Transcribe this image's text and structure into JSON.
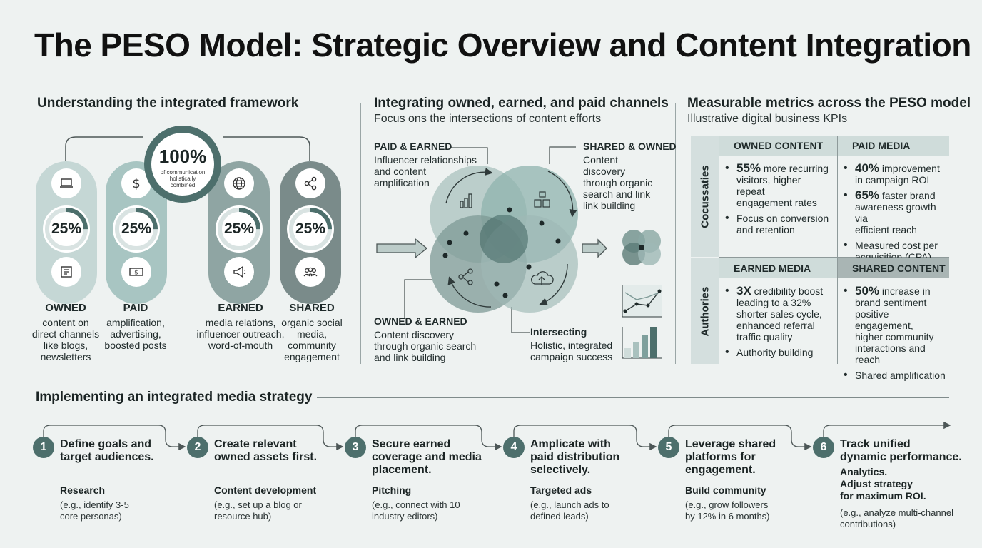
{
  "title": "The PESO Model: Strategic Overview and Content Integration",
  "framework": {
    "heading": "Understanding the integrated framework",
    "center": {
      "value": "100%",
      "caption_lines": [
        "of communication",
        "holistically",
        "combined"
      ]
    },
    "columns": [
      {
        "name": "OWNED",
        "pct": "25%",
        "pct_value": 25,
        "top_icon": "laptop-icon",
        "bottom_icon": "newspaper-icon",
        "desc": [
          "content on",
          "direct channels",
          "like blogs,",
          "newsletters"
        ]
      },
      {
        "name": "PAID",
        "pct": "25%",
        "pct_value": 25,
        "top_icon": "dollar-icon",
        "bottom_icon": "banknote-icon",
        "desc": [
          "amplification,",
          "advertising,",
          "boosted posts"
        ]
      },
      {
        "name": "EARNED",
        "pct": "25%",
        "pct_value": 25,
        "top_icon": "globe-icon",
        "bottom_icon": "megaphone-icon",
        "desc": [
          "media relations,",
          "influencer outreach,",
          "word-of-mouth"
        ]
      },
      {
        "name": "SHARED",
        "pct": "25%",
        "pct_value": 25,
        "top_icon": "share-icon",
        "bottom_icon": "community-icon",
        "desc": [
          "organic social",
          "media,",
          "community",
          "engagement"
        ]
      }
    ]
  },
  "integration": {
    "heading": "Integrating owned, earned, and paid channels",
    "subheading": "Focus ons the intersections of content efforts",
    "paid_earned": {
      "title": "PAID & EARNED",
      "lines": [
        "Influencer relationships",
        "and content",
        "amplification"
      ]
    },
    "shared_owned": {
      "title": "SHARED & OWNED",
      "lines": [
        "Content",
        "discovery",
        "through organic",
        "search and link",
        "link building"
      ]
    },
    "owned_earned": {
      "title": "OWNED & EARNED",
      "lines": [
        "Content discovery",
        "through organic search",
        "and link building"
      ]
    },
    "intersecting": {
      "title": "Intersecting",
      "lines": [
        "Holistic, integrated",
        "campaign success"
      ]
    }
  },
  "metrics": {
    "heading": "Measurable metrics across the PESO model",
    "subheading": "Illustrative digital business KPIs",
    "row_labels": [
      "Cocussaties",
      "Authories"
    ],
    "cells": [
      {
        "header": "OWNED CONTENT",
        "items": [
          {
            "strong": "55%",
            "text_lines": [
              " more recurring",
              "visitors, higher",
              "repeat",
              "engagement rates"
            ]
          },
          {
            "strong": "",
            "text_lines": [
              "Focus on conversion",
              "and retention"
            ]
          }
        ]
      },
      {
        "header": "PAID MEDIA",
        "items": [
          {
            "strong": "40%",
            "text_lines": [
              " improvement",
              "in campaign ROI"
            ]
          },
          {
            "strong": "65%",
            "text_lines": [
              " faster brand",
              "awareness growth via",
              "efficient reach"
            ]
          },
          {
            "strong": "",
            "text_lines": [
              "Measured cost per",
              "acquisition (CPA)"
            ]
          }
        ]
      },
      {
        "header": "EARNED MEDIA",
        "items": [
          {
            "strong": "3X",
            "text_lines": [
              " credibility boost",
              "leading to a 32%",
              "shorter sales cycle,",
              "enhanced referral",
              "traffic quality"
            ]
          },
          {
            "strong": "",
            "text_lines": [
              "Authority building"
            ]
          }
        ]
      },
      {
        "header": "SHARED CONTENT",
        "items": [
          {
            "strong": "50%",
            "text_lines": [
              " increase in",
              "brand sentiment",
              "positive engagement,",
              "higher community",
              "interactions and reach"
            ]
          },
          {
            "strong": "",
            "text_lines": [
              "Shared amplification"
            ]
          }
        ]
      }
    ]
  },
  "strategy": {
    "heading": "Implementing an integrated media strategy",
    "steps": [
      {
        "num": "1",
        "title_lines": [
          "Define goals and",
          "target audiences."
        ],
        "sub_lines": [
          "Research"
        ],
        "example_lines": [
          "(e.g., identify 3-5",
          "core personas)"
        ]
      },
      {
        "num": "2",
        "title_lines": [
          "Create relevant",
          "owned assets first."
        ],
        "sub_lines": [
          "Content development"
        ],
        "example_lines": [
          "(e.g., set up a blog or",
          "resource hub)"
        ]
      },
      {
        "num": "3",
        "title_lines": [
          "Secure earned",
          "coverage and media",
          "placement."
        ],
        "sub_lines": [
          "Pitching"
        ],
        "example_lines": [
          "(e.g., connect with 10",
          "industry editors)"
        ]
      },
      {
        "num": "4",
        "title_lines": [
          "Amplicate with",
          "paid distribution",
          "selectively."
        ],
        "sub_lines": [
          "Targeted ads"
        ],
        "example_lines": [
          "(e.g., launch ads to",
          "defined leads)"
        ]
      },
      {
        "num": "5",
        "title_lines": [
          "Leverage shared",
          "platforms for",
          "engagement."
        ],
        "sub_lines": [
          "Build community"
        ],
        "example_lines": [
          "(e.g., grow followers",
          "by 12% in 6 months)"
        ]
      },
      {
        "num": "6",
        "title_lines": [
          "Track unified",
          "dynamic performance."
        ],
        "sub_lines": [
          "Analytics.",
          "Adjust strategy",
          "for maximum ROI."
        ],
        "example_lines": [
          "(e.g., analyze multi-channel",
          "contributions)"
        ]
      }
    ]
  },
  "colors": {
    "teal_dark": "#4d6f6c",
    "teal_mid": "#7fa09d",
    "teal_light": "#b9cecc",
    "gray": "#8e9a9a",
    "table_header": "#cfdcda"
  }
}
